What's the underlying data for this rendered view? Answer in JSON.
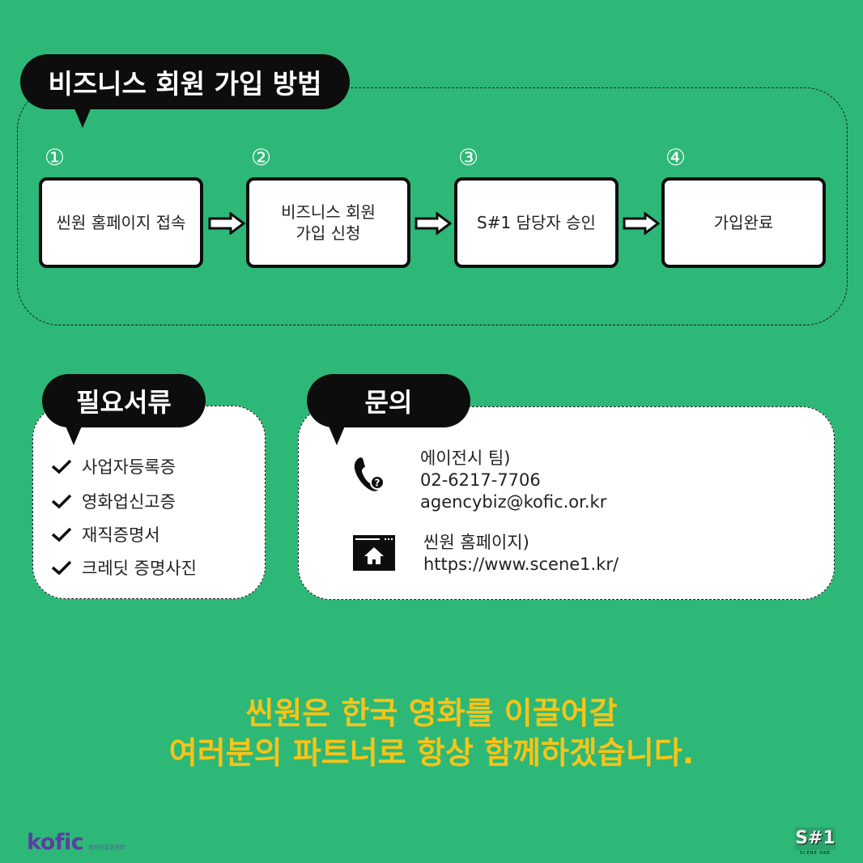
{
  "signup": {
    "title": "비즈니스 회원 가입 방법",
    "steps": [
      {
        "number": "①",
        "label": "씬원 홈페이지 접속"
      },
      {
        "number": "②",
        "label": "비즈니스 회원\n가입 신청"
      },
      {
        "number": "③",
        "label": "S#1 담당자 승인"
      },
      {
        "number": "④",
        "label": "가입완료"
      }
    ]
  },
  "documents": {
    "title": "필요서류",
    "items": [
      "사업자등록증",
      "영화업신고증",
      "재직증명서",
      "크레딧 증명사진"
    ]
  },
  "contact": {
    "title": "문의",
    "phone": {
      "icon": "phone-icon",
      "team": "에이전시 팀)",
      "number": "02-6217-7706",
      "email": "agencybiz@kofic.or.kr"
    },
    "web": {
      "icon": "home-page-icon",
      "label": "씬원 홈페이지)",
      "url": "https://www.scene1.kr/"
    }
  },
  "tagline": {
    "line1": "씬원은 한국 영화를 이끌어갈",
    "line2": "여러분의 파트너로 항상 함께하겠습니다."
  },
  "footer": {
    "left_logo": "kofic",
    "left_logo_sub": "영화진흥위원회",
    "right_logo": "S#1",
    "right_logo_sub": "SCENE ONE"
  },
  "colors": {
    "background": "#2db877",
    "bubble": "#0d0d0d",
    "tagline": "#f7c418",
    "kofic": "#5b3fa0"
  }
}
